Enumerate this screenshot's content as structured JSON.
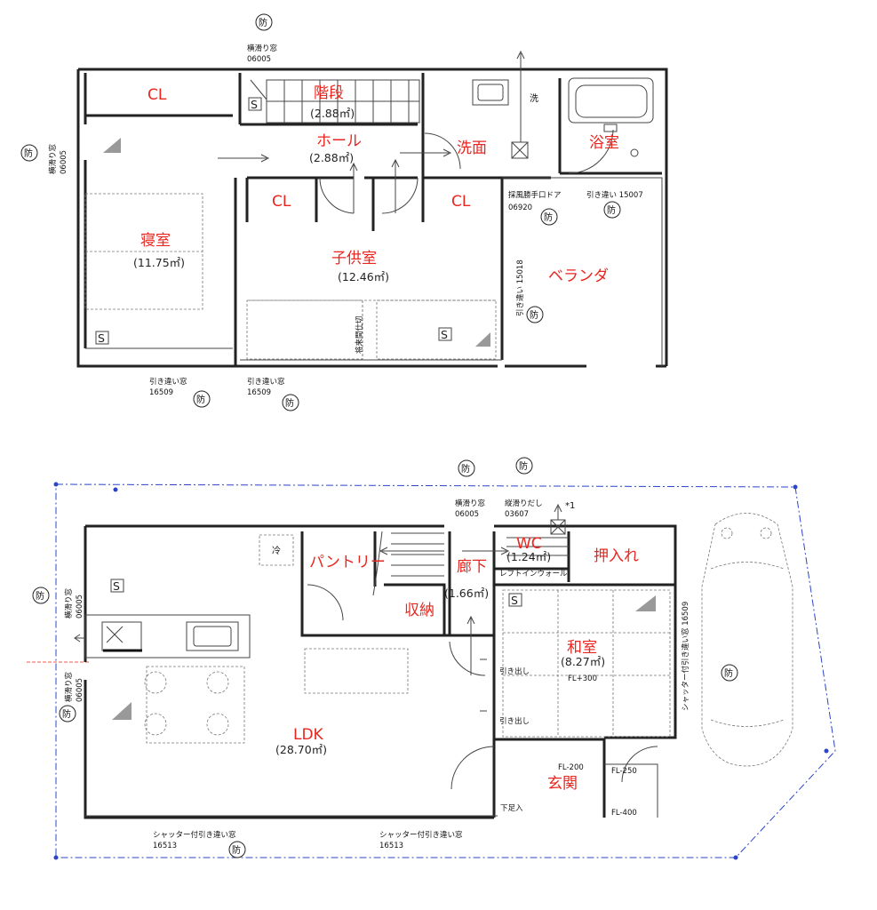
{
  "floor2": {
    "cl_left": "CL",
    "stairs": "階段",
    "stairs_area": "(2.88㎡)",
    "hall": "ホール",
    "hall_area": "(2.88㎡)",
    "senmen": "洗面",
    "yokushitsu": "浴室",
    "sen_mark": "洗",
    "cl_mid": "CL",
    "cl_right": "CL",
    "shinshitsu": "寝室",
    "shinshitsu_area": "(11.75㎡)",
    "kodomo": "子供室",
    "kodomo_area": "(12.46㎡)",
    "veranda": "ベランダ",
    "win_top_label": "横滑り窓",
    "win_top_code": "06005",
    "win_left_label": "横滑り窓",
    "win_left_code": "06005",
    "door_label": "採風勝手口ドア",
    "door_code": "06920",
    "bath_win": "引き違い 15007",
    "veranda_win": "引き違い 15018",
    "partition": "将来間仕切",
    "bot_win1_label": "引き違い窓",
    "bot_win1_code": "16509",
    "bot_win2_label": "引き違い窓",
    "bot_win2_code": "16509",
    "s": "S",
    "bouhan": "防"
  },
  "floor1": {
    "ldk": "LDK",
    "ldk_area": "(28.70㎡)",
    "pantry": "パントリー",
    "rouka": "廊下",
    "rouka_area": "(1.66㎡)",
    "shuno": "収納",
    "wc": "WC",
    "wc_area": "(1.24㎡)",
    "leftin": "レフトインウォール",
    "oshiire": "押入れ",
    "washitsu": "和室",
    "washitsu_area": "(8.27㎡)",
    "fl300": "FL+300",
    "hikidashi1": "引き出し",
    "hikidashi2": "引き出し",
    "genkan": "玄関",
    "fl200": "FL-200",
    "fl250": "FL-250",
    "fl400": "FL-400",
    "shitaashi": "下足入",
    "rei": "冷",
    "note_mark": "*1",
    "win_top1_label": "横滑り窓",
    "win_top1_code": "06005",
    "win_top2_label": "縦滑りだし",
    "win_top2_code": "03607",
    "win_l1_label": "横滑り窓",
    "win_l1_code": "06005",
    "win_l2_label": "横滑り窓",
    "win_l2_code": "06005",
    "win_right": "シャッター付引き違い窓 16509",
    "win_bot1_label": "シャッター付引き違い窓",
    "win_bot1_code": "16513",
    "win_bot2_label": "シャッター付引き違い窓",
    "win_bot2_code": "16513",
    "s": "S",
    "bouhan": "防"
  }
}
